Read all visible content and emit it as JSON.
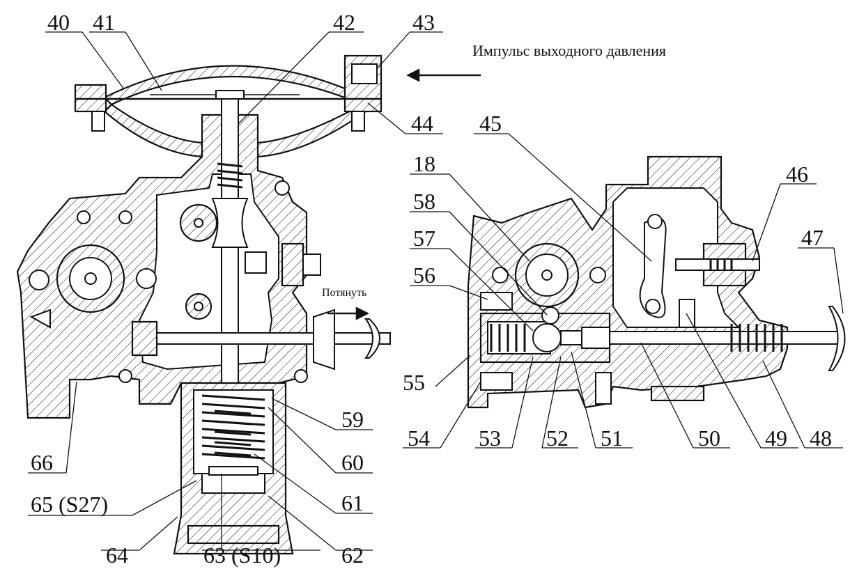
{
  "annotations": {
    "pressure_impulse": "Импульс выходного давления",
    "pull": "Потянуть"
  },
  "callouts": {
    "c40": "40",
    "c41": "41",
    "c42": "42",
    "c43": "43",
    "c44": "44",
    "c45": "45",
    "c46": "46",
    "c47": "47",
    "c48": "48",
    "c49": "49",
    "c50": "50",
    "c51": "51",
    "c52": "52",
    "c53": "53",
    "c54": "54",
    "c55": "55",
    "c56": "56",
    "c57": "57",
    "c58": "58",
    "c18": "18",
    "c59": "59",
    "c60": "60",
    "c61": "61",
    "c62": "62",
    "c63": "63 (S10)",
    "c64": "64",
    "c65": "65 (S27)",
    "c66": "66"
  }
}
